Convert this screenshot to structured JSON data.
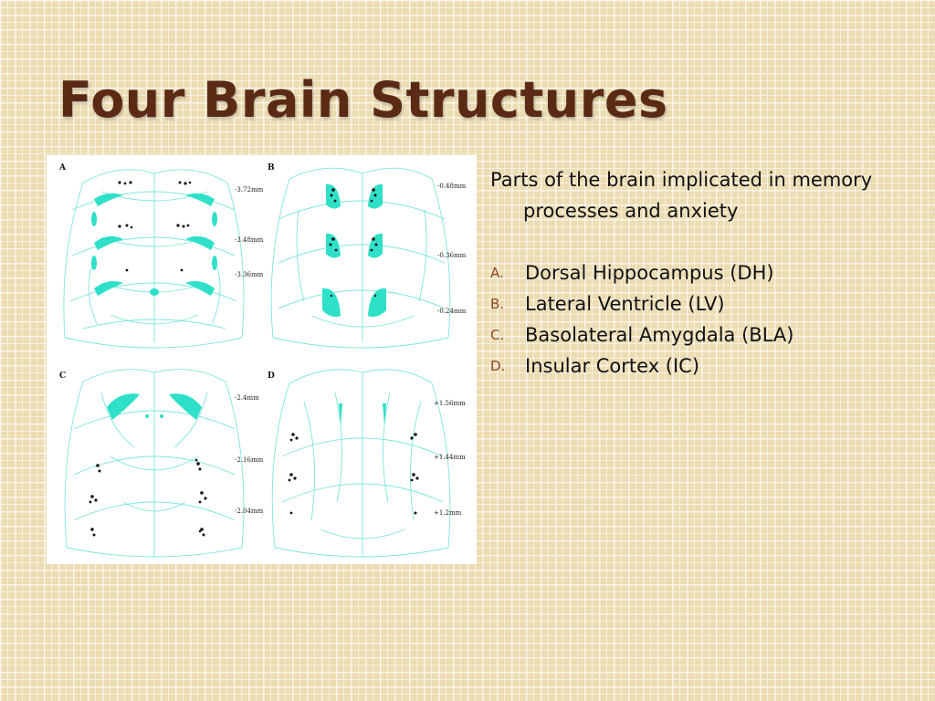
{
  "slide": {
    "title": "Four Brain Structures",
    "intro": "Parts of the brain implicated in memory processes and anxiety",
    "items": [
      {
        "marker": "A.",
        "text": "Dorsal Hippocampus (DH)"
      },
      {
        "marker": "B.",
        "text": "Lateral Ventricle (LV)"
      },
      {
        "marker": "C.",
        "text": "Basolateral Amygdala (BLA)"
      },
      {
        "marker": "D.",
        "text": "Insular Cortex (IC)"
      }
    ]
  },
  "figure": {
    "panels": [
      {
        "label": "A",
        "coords": [
          "-3.72mm",
          "-3.48mm",
          "-3.36mm"
        ]
      },
      {
        "label": "B",
        "coords": [
          "-0.48mm",
          "-0.36mm",
          "-0.24mm"
        ]
      },
      {
        "label": "C",
        "coords": [
          "-2.4mm",
          "-2.16mm",
          "-2.04mm"
        ]
      },
      {
        "label": "D",
        "coords": [
          "+1.56mm",
          "+1.44mm",
          "+1.2mm"
        ]
      }
    ]
  },
  "colors": {
    "title": "#5a2a15",
    "marker": "#8a4a2a",
    "highlight": "#2fe0c8",
    "outline": "#7fe5dd"
  }
}
